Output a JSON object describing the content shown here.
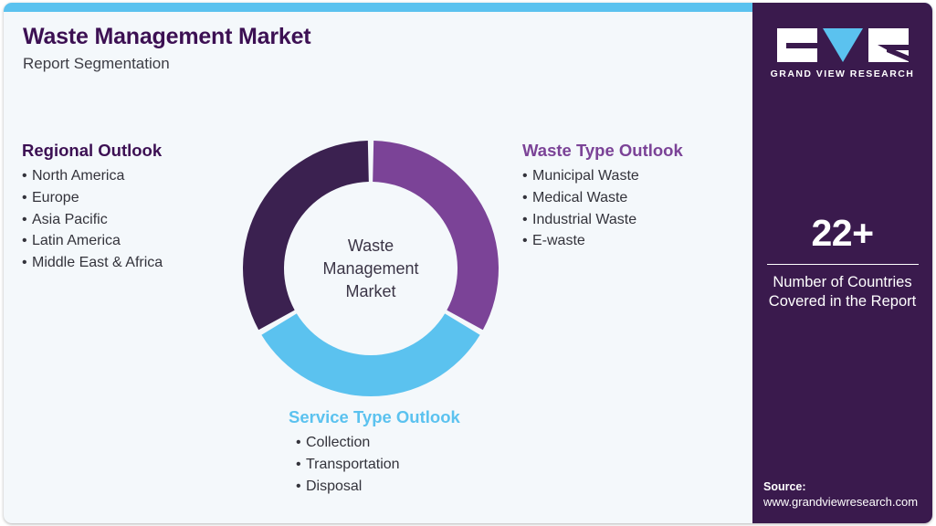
{
  "header": {
    "title": "Waste Management Market",
    "subtitle": "Report Segmentation"
  },
  "colors": {
    "accent_bar": "#5bc2ef",
    "card_bg": "#f4f8fb",
    "sidebar_bg": "#3a1a4d",
    "dark_purple": "#3b2150",
    "mid_purple": "#7b4397",
    "light_blue": "#5bc2ef",
    "title_purple": "#3c1053",
    "body_text": "#33333b"
  },
  "donut": {
    "center_text": [
      "Waste",
      "Management",
      "Market"
    ]
  },
  "chart_data": {
    "type": "pie",
    "title": "Waste Management Market Report Segmentation",
    "subtype": "donut",
    "categories": [
      "Regional Outlook",
      "Waste Type Outlook",
      "Service Type Outlook"
    ],
    "values": [
      33.33,
      33.33,
      33.33
    ],
    "colors": [
      "#3b2150",
      "#7b4397",
      "#5bc2ef"
    ],
    "segment_start_angles_deg": [
      240,
      0,
      120
    ],
    "segment_sweep_deg": [
      120,
      120,
      120
    ],
    "legend_position": "around-chart",
    "center_label": "Waste Management Market",
    "annotations": [
      "Regional Outlook: North America, Europe, Asia Pacific, Latin America, Middle East & Africa",
      "Waste Type Outlook: Municipal Waste, Medical Waste, Industrial Waste, E-waste",
      "Service Type Outlook: Collection, Transportation, Disposal"
    ]
  },
  "regional": {
    "heading": "Regional Outlook",
    "items": [
      "North America",
      "Europe",
      "Asia Pacific",
      "Latin America",
      "Middle East & Africa"
    ]
  },
  "waste_type": {
    "heading": "Waste Type Outlook",
    "items": [
      "Municipal Waste",
      "Medical Waste",
      "Industrial Waste",
      "E-waste"
    ]
  },
  "service_type": {
    "heading": "Service Type Outlook",
    "items": [
      "Collection",
      "Transportation",
      "Disposal"
    ]
  },
  "sidebar": {
    "logo": {
      "wordmark": "GRAND VIEW RESEARCH",
      "mark_letters": [
        "G",
        "V",
        "R"
      ]
    },
    "stat": {
      "value": "22+",
      "label_line1": "Number of Countries",
      "label_line2": "Covered in the Report"
    },
    "source": {
      "title": "Source:",
      "url": "www.grandviewresearch.com"
    }
  },
  "bullet_char": "•"
}
